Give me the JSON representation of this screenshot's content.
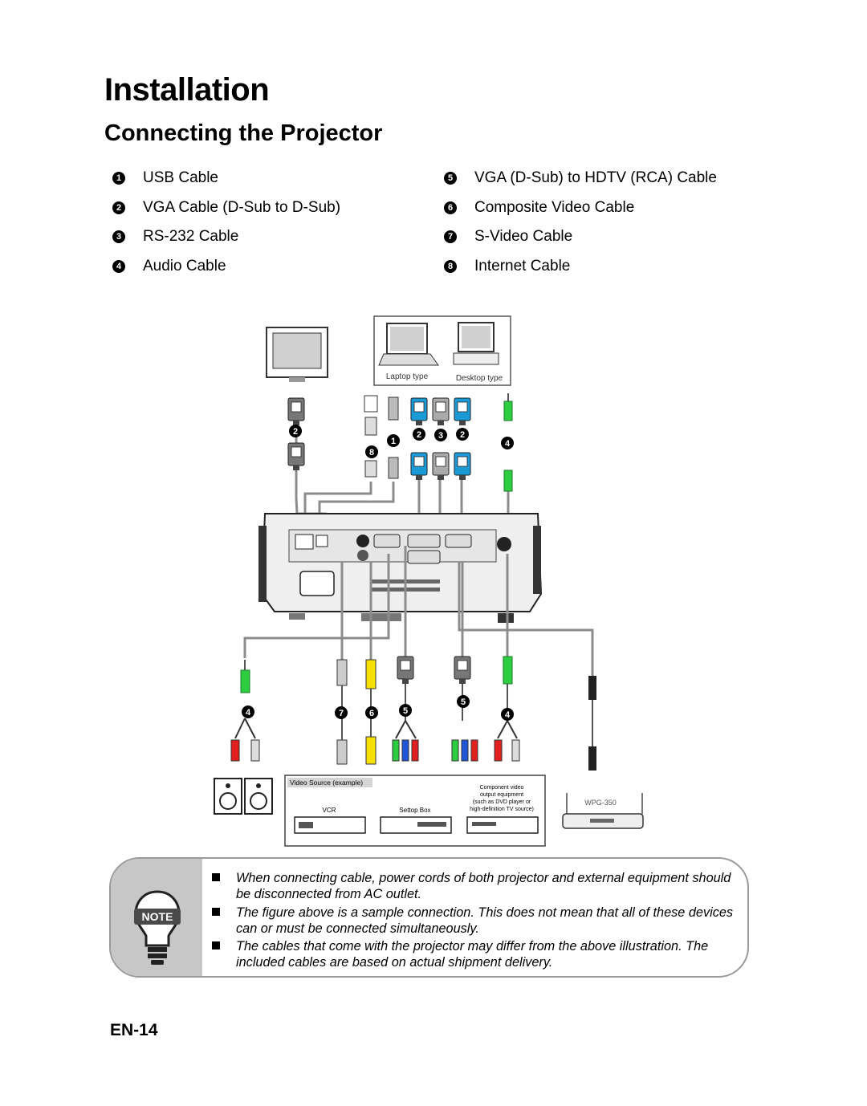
{
  "page": {
    "title": "Installation",
    "subtitle": "Connecting the Projector",
    "page_number": "EN-14"
  },
  "legend": {
    "left": [
      {
        "num": "1",
        "label": "USB Cable"
      },
      {
        "num": "2",
        "label": "VGA Cable (D-Sub to D-Sub)"
      },
      {
        "num": "3",
        "label": "RS-232 Cable"
      },
      {
        "num": "4",
        "label": "Audio Cable"
      }
    ],
    "right": [
      {
        "num": "5",
        "label": "VGA (D-Sub) to HDTV (RCA) Cable"
      },
      {
        "num": "6",
        "label": "Composite Video Cable"
      },
      {
        "num": "7",
        "label": "S-Video Cable"
      },
      {
        "num": "8",
        "label": "Internet Cable"
      }
    ]
  },
  "diagram": {
    "laptop_label": "Laptop type",
    "desktop_label": "Desktop type",
    "video_source_label": "Video Source (example)",
    "vcr_label": "VCR",
    "settop_label": "Settop Box",
    "component_l1": "Component video",
    "component_l2": "output equipment",
    "component_l3": "(such as DVD player or",
    "component_l4": "high-definition TV source)",
    "wpg_label": "WPG-350",
    "markers": {
      "m2a": "2",
      "m8": "8",
      "m1": "1",
      "m2b": "2",
      "m3": "3",
      "m2c": "2",
      "m4a": "4",
      "m4b": "4",
      "m7": "7",
      "m6": "6",
      "m5a": "5",
      "m5b": "5",
      "m4c": "4"
    },
    "colors": {
      "vga_blue": "#1a9bd6",
      "audio_green": "#2ecc40",
      "rca_red": "#e01f1f",
      "rca_yellow": "#f5e000",
      "rca_blue": "#1f55d6",
      "cable_gray": "#8c8c8c"
    }
  },
  "note": {
    "badge": "NOTE",
    "items": [
      "When connecting cable, power cords of both projector and external equipment should be disconnected from AC outlet.",
      "The figure above is a sample connection. This does not mean that all of these devices can or must be connected simultaneously.",
      "The cables that come with the projector may differ from the above illustration. The included cables are based on actual shipment delivery."
    ]
  }
}
